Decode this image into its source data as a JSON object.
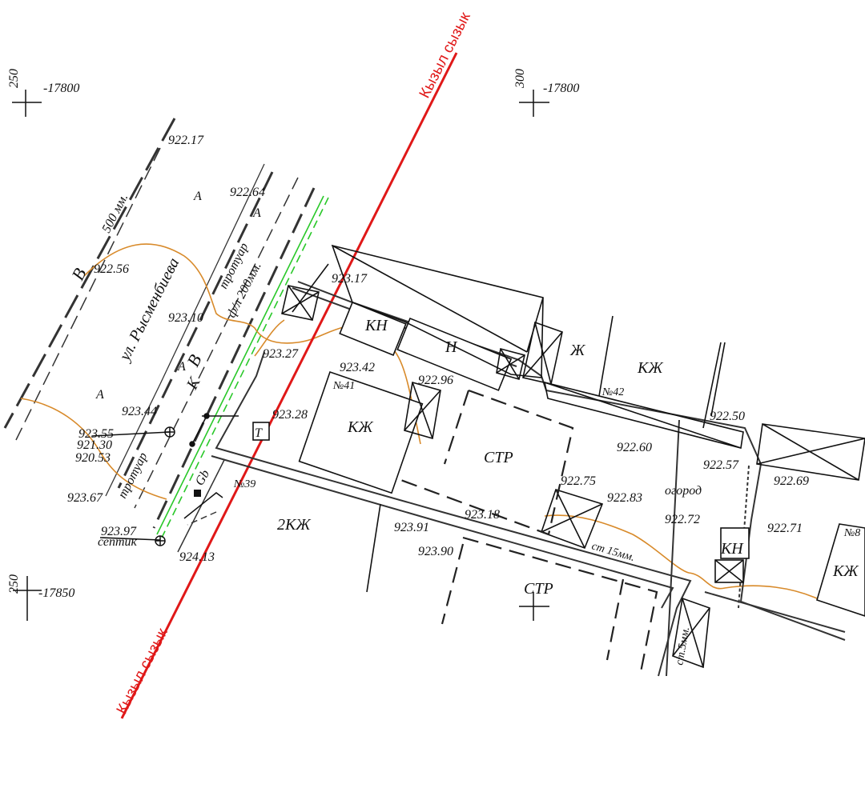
{
  "grid_marks": [
    {
      "n1": "250",
      "n2": "-17800"
    },
    {
      "n1": "300",
      "n2": "-17800"
    },
    {
      "n1": "250",
      "n2": "-17850"
    }
  ],
  "red_line_label": "Кызыл сызык",
  "street": {
    "name": "ул. Рысменбиева",
    "width_label": "500 мм.",
    "sidewalk": "тротуар",
    "sidewalk_width": "ф/л 200мм."
  },
  "elevations": [
    "922.17",
    "922.64",
    "922.56",
    "923.10",
    "923.27",
    "923.17",
    "923.42",
    "922.96",
    "923.44",
    "923.28",
    "923.55",
    "921.30",
    "920.53",
    "923.67",
    "923.97",
    "924.13",
    "923.91",
    "923.90",
    "923.18",
    "922.75",
    "922.83",
    "922.72",
    "922.60",
    "922.50",
    "922.57",
    "922.69",
    "922.71"
  ],
  "labels": {
    "a": "А",
    "v": "В",
    "k": "К",
    "kn": "КН",
    "n": "Н",
    "zh": "Ж",
    "kzh": "КЖ",
    "str": "СТР",
    "kzh2": "2КЖ",
    "t": "Т",
    "garden": "огород",
    "septic": "септик",
    "sidewalk2": "тротуар",
    "lot41": "№41",
    "lot42": "№42",
    "lot39": "№39",
    "lot8": "№8",
    "wall1": "ст 15мм.",
    "wall2": "ст.5мм.",
    "gb": "Gb"
  },
  "colors": {
    "red_line": "#e01818",
    "contour": "#d88a2a",
    "utility": "#29c829",
    "ink": "#111111"
  }
}
